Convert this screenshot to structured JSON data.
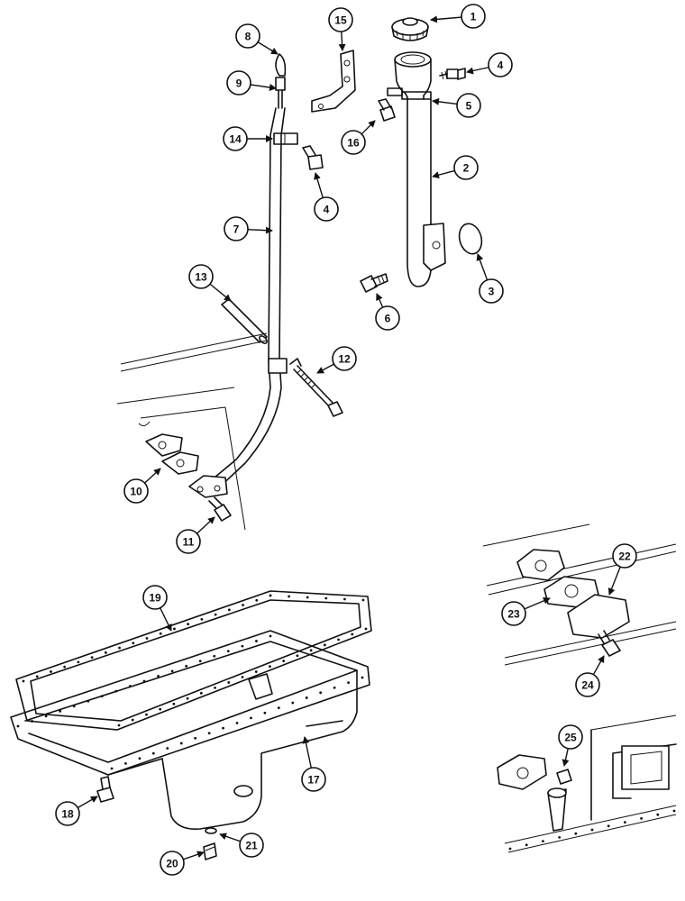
{
  "callouts": [
    "1",
    "2",
    "3",
    "4",
    "5",
    "6",
    "7",
    "8",
    "9",
    "10",
    "11",
    "12",
    "13",
    "14",
    "15",
    "16",
    "17",
    "18",
    "19",
    "20",
    "21",
    "22",
    "23",
    "24",
    "25"
  ],
  "duplicate_callout_4": "4"
}
